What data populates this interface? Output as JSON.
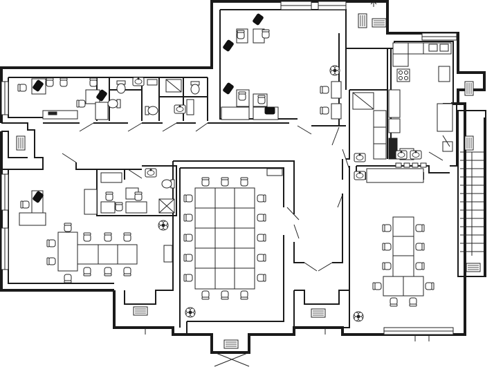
{
  "colors": {
    "background": "#ffffff",
    "wall": "#1a1a1a",
    "furniture": "#ffffff",
    "line": "#222222",
    "chair_dark": "#111111"
  },
  "rooms": [
    {
      "id": "north-office"
    },
    {
      "id": "west-office"
    },
    {
      "id": "wc-block"
    },
    {
      "id": "server-room"
    },
    {
      "id": "kitchen"
    },
    {
      "id": "pantry"
    },
    {
      "id": "storage-corridor"
    },
    {
      "id": "conference-room"
    },
    {
      "id": "south-west-office"
    },
    {
      "id": "south-east-office"
    },
    {
      "id": "staircase"
    }
  ],
  "icons": [
    "plant-icon",
    "sink-icon",
    "toilet-icon",
    "radiator-icon",
    "chair-icon",
    "desk-icon",
    "door-swing-icon"
  ]
}
